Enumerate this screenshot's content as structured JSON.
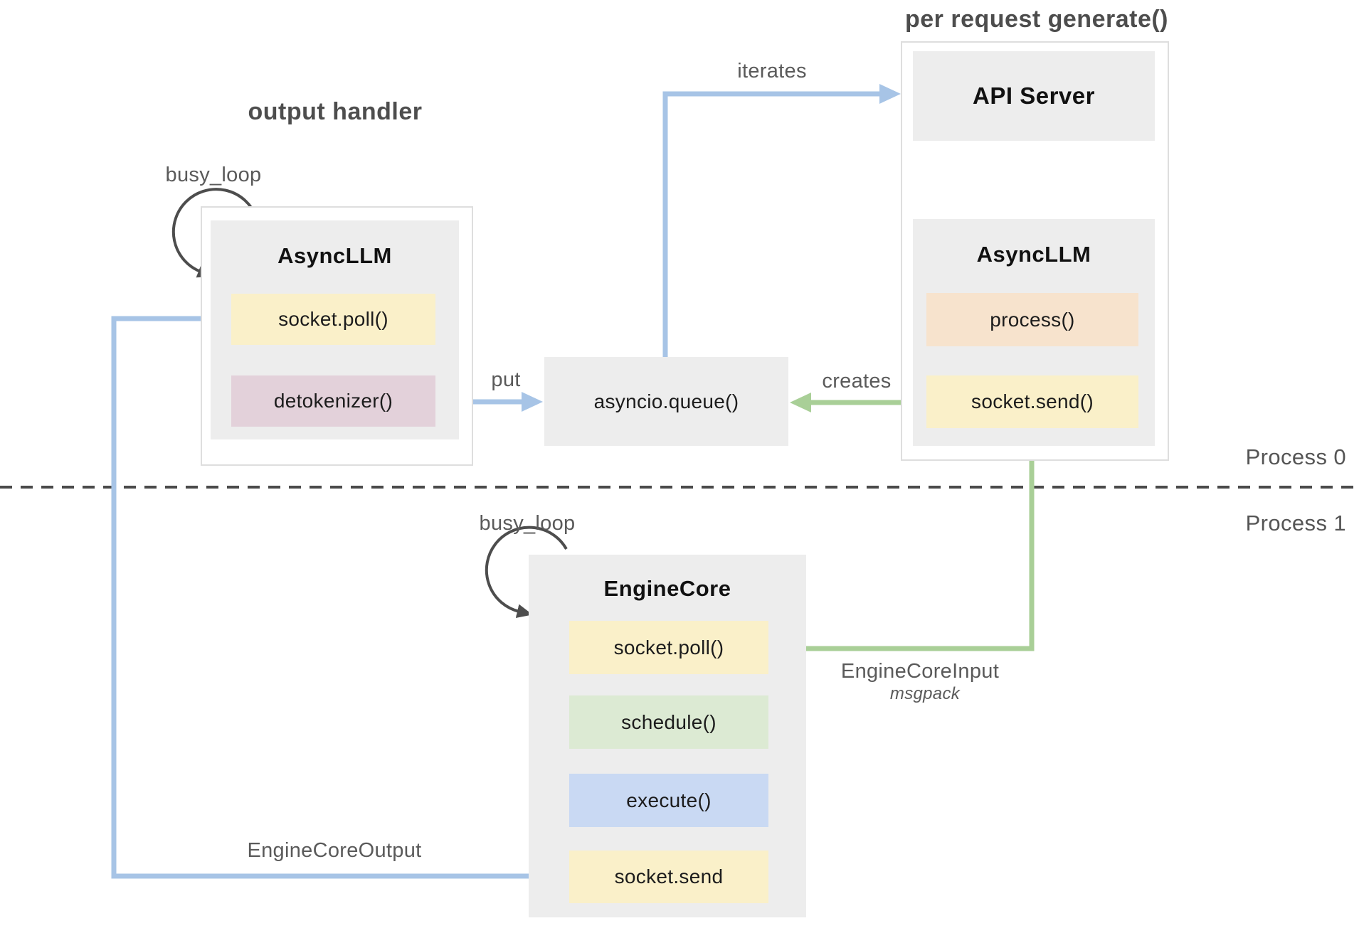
{
  "titles": {
    "output_handler": "output handler",
    "per_request": "per request generate()"
  },
  "labels": {
    "busy_loop_left": "busy_loop",
    "busy_loop_engine": "busy_loop",
    "iterates": "iterates",
    "put": "put",
    "creates": "creates",
    "engine_core_input": "EngineCoreInput",
    "msgpack": "msgpack",
    "engine_core_output": "EngineCoreOutput",
    "process_0": "Process 0",
    "process_1": "Process 1"
  },
  "nodes": {
    "api_server": {
      "title": "API Server"
    },
    "async_llm_left": {
      "title": "AsyncLLM",
      "items": [
        {
          "label": "socket.poll()"
        },
        {
          "label": "detokenizer()"
        }
      ]
    },
    "async_llm_right": {
      "title": "AsyncLLM",
      "items": [
        {
          "label": "process()"
        },
        {
          "label": "socket.send()"
        }
      ]
    },
    "asyncio_queue": {
      "title": "asyncio.queue()"
    },
    "engine_core": {
      "title": "EngineCore",
      "items": [
        {
          "label": "socket.poll()"
        },
        {
          "label": "schedule()"
        },
        {
          "label": "execute()"
        },
        {
          "label": "socket.send"
        }
      ]
    }
  },
  "palette": {
    "blue_arrow": "#a7c4e6",
    "green_arrow": "#a9cf97",
    "dark_stroke": "#4d4d4d",
    "node_gray": "#ededed",
    "yellow": "#faf0c9",
    "pink": "#e3d1da",
    "peach": "#f7e3cd",
    "green_fill": "#dcead3",
    "blue_fill": "#c9d9f3",
    "label_gray": "#5a5a5a",
    "container_border": "#dedede"
  }
}
